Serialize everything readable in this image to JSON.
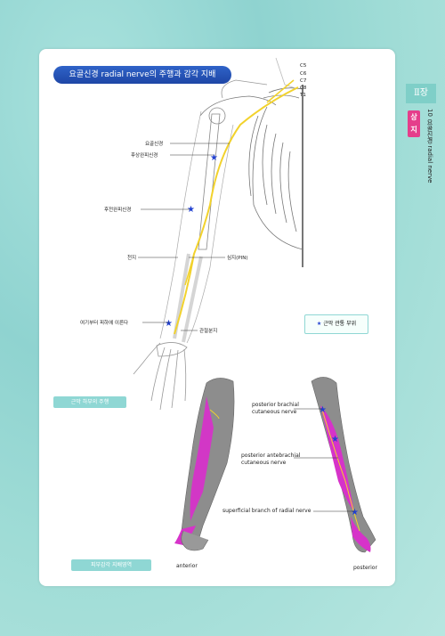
{
  "title": "요골신경 radial nerve의 주행과 감각 지배",
  "spine_labels": [
    "C5",
    "C6",
    "C7",
    "C8",
    "T1"
  ],
  "chapter": "Ⅱ장",
  "section": "상지",
  "side_title": "10 요골신경 radial nerve",
  "top_labels": {
    "radial_nerve": "요골신경",
    "posterior_brachial": "후상완피신경",
    "posterior_antebrachial": "후전완피신경",
    "superficial_branch": "천지",
    "deep_branch": "심지(PIN)",
    "wrist_note": "여기부터 피하에 이른다",
    "articular_branch": "관절분지"
  },
  "legend": {
    "symbol": "★",
    "text": "근막 관통 부위"
  },
  "caption_top": "근막 하부의 주행",
  "caption_bottom": "피부감각 지배영역",
  "bottom_labels": {
    "brachial": "posterior brachial\ncutaneous nerve",
    "antebrachial": "posterior antebrachial\ncutaneous nerve",
    "superficial": "superficial branch of radial nerve",
    "anterior": "anterior",
    "posterior": "posterior"
  },
  "colors": {
    "nerve": "#f2d22c",
    "skin_zone": "#d633c9",
    "limb": "#8a8a8a",
    "title_bg": "#2553bd",
    "accent": "#8fd7d4"
  }
}
